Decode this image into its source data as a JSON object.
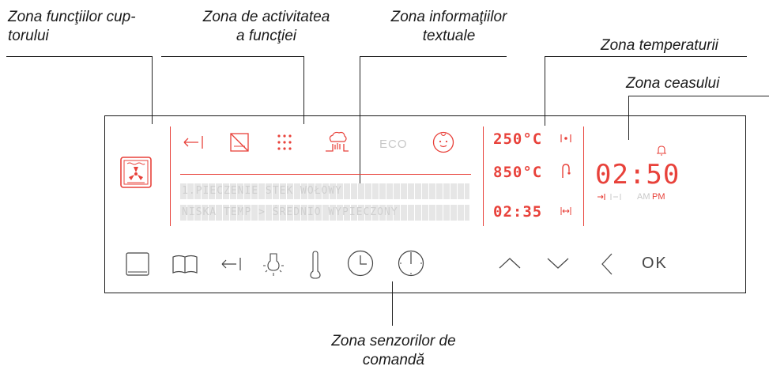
{
  "callouts": {
    "functions": "Zona funcţiilor cup-\ntorului",
    "functions_l1": "Zona funcţiilor cup-",
    "functions_l2": "torului",
    "activity_l1": "Zona de activitatea",
    "activity_l2": "a funcţiei",
    "text_l1": "Zona informaţiilor",
    "text_l2": "textuale",
    "temperature": "Zona temperaturii",
    "clock": "Zona ceasului",
    "sensors_l1": "Zona senzorilor de",
    "sensors_l2": "comandă"
  },
  "display": {
    "eco_label": "ECO",
    "text_line1": "1.PIECZENIE    STEK WOŁOWY",
    "text_line2": "  NISKA TEMP > ŚREDNIO WYPIECZONY",
    "temp_top": "250°C",
    "temp_mid": "850°C",
    "timer": "02:35",
    "clock": "02:50",
    "am": "AM",
    "pm": "PM",
    "ok_label": "OK"
  },
  "colors": {
    "accent": "#e8413a",
    "inactive": "#c8c8c8",
    "outline": "#1a1a1a"
  },
  "icons": {
    "activity": [
      "back-arrow-icon",
      "no-preheat-icon",
      "dots-grid-icon",
      "steam-hand-icon",
      "eco-icon",
      "baby-face-icon"
    ],
    "sensors": [
      "oven-icon",
      "book-icon",
      "back-arrow-icon",
      "lamp-icon",
      "thermometer-icon",
      "clock-icon",
      "timer-dial-icon",
      "chevron-up-icon",
      "chevron-down-icon",
      "chevron-left-icon",
      "ok-icon"
    ]
  }
}
